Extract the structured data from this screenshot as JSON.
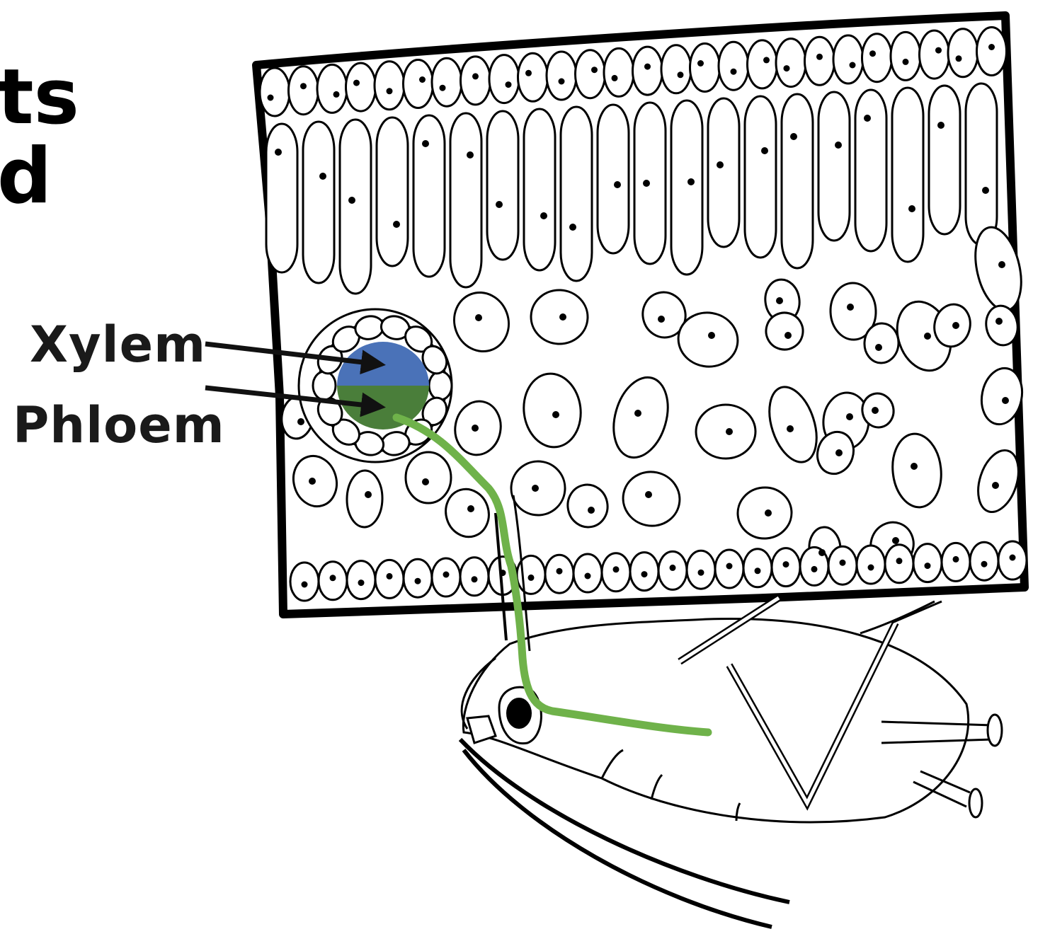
{
  "title_fragment": {
    "line1": "ts",
    "line2": "d"
  },
  "labels": {
    "xylem": "Xylem",
    "phloem": "Phloem"
  },
  "colors": {
    "xylem": "#4a72b8",
    "phloem": "#4a7e3a",
    "stylet_path": "#6fb24a",
    "outline": "#000000"
  }
}
